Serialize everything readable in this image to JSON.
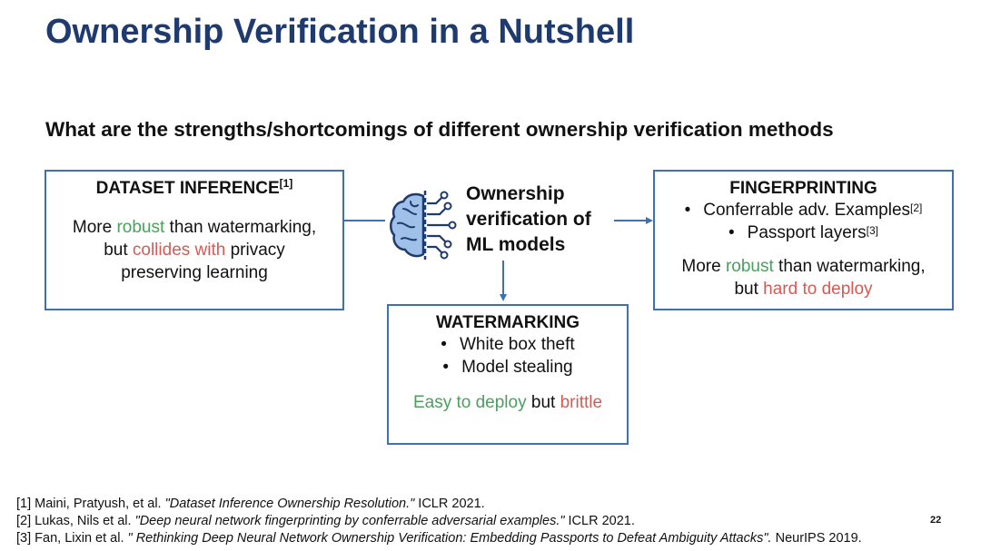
{
  "title": "Ownership Verification in a Nutshell",
  "subtitle": "What are the strengths/shortcomings of different ownership verification methods",
  "center": {
    "icon": "brain-circuit-icon",
    "lines": [
      "Ownership",
      "verification of",
      "ML models"
    ]
  },
  "dataset_inference": {
    "heading": "DATASET INFERENCE",
    "ref": "[1]",
    "line1_pre": "More ",
    "line1_green": "robust",
    "line1_post": " than watermarking,",
    "line2_pre": "but ",
    "line2_red": "collides with",
    "line2_post": " privacy",
    "line3": "preserving learning"
  },
  "fingerprinting": {
    "heading": "FINGERPRINTING",
    "bullets": [
      {
        "text": "Conferrable adv. Examples",
        "ref": "[2]"
      },
      {
        "text": "Passport layers",
        "ref": "[3]"
      }
    ],
    "line1_pre": "More ",
    "line1_green": "robust",
    "line1_post": " than watermarking,",
    "line2_pre": "but ",
    "line2_red": "hard to deploy"
  },
  "watermarking": {
    "heading": "WATERMARKING",
    "bullets": [
      "White box theft",
      "Model stealing"
    ],
    "final_green": "Easy to deploy",
    "final_mid": " but ",
    "final_red": "brittle"
  },
  "references": [
    {
      "num": "[1] Maini, Pratyush, et al. ",
      "title": "\"Dataset Inference Ownership Resolution.\"",
      "venue": " ICLR 2021."
    },
    {
      "num": "[2] Lukas, Nils et al. ",
      "title": "\"Deep neural network fingerprinting by conferrable adversarial examples.\"",
      "venue": "  ICLR 2021."
    },
    {
      "num": "[3] Fan, Lixin et al. ",
      "title": "\" Rethinking Deep Neural Network Ownership Verification: Embedding Passports to Defeat Ambiguity Attacks\".",
      "venue": "  NeurIPS 2019."
    }
  ],
  "page_number": "22",
  "colors": {
    "title": "#1f3a6e",
    "box_border": "#3f6fb5",
    "green": "#4aa05c",
    "red": "#d45b55"
  }
}
